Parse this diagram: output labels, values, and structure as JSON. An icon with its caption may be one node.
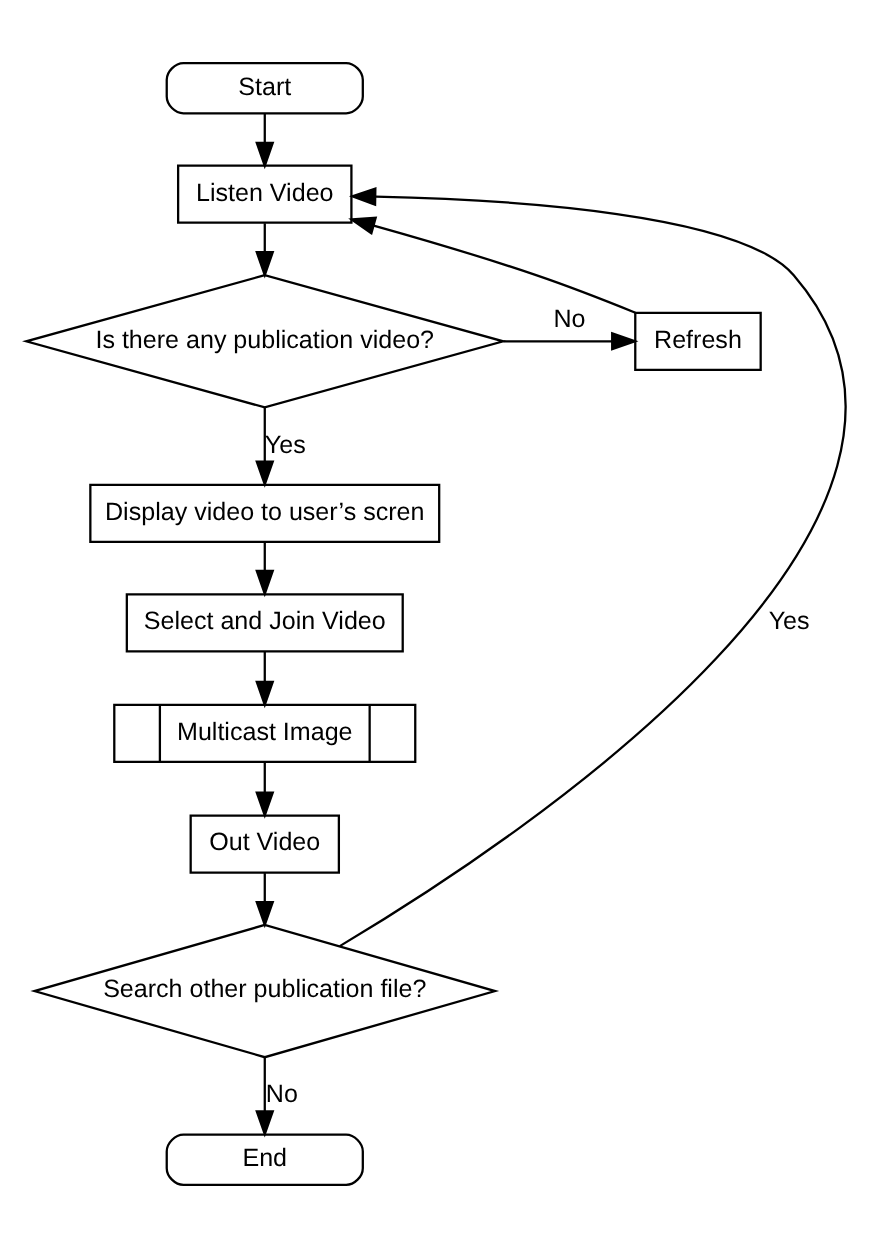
{
  "diagram": {
    "nodes": [
      {
        "text": [
          "Start"
        ]
      },
      {
        "text": [
          "Listen Video"
        ]
      },
      {
        "text": [
          "Is there any publication video?"
        ]
      },
      {
        "text": [
          "Refresh"
        ]
      },
      {
        "text": [
          "Display video to user’s scren"
        ]
      },
      {
        "text": [
          "Select and Join Video"
        ]
      },
      {
        "text": [
          "Multicast Image"
        ]
      },
      {
        "text": [
          "Out Video"
        ]
      },
      {
        "text": [
          "Search other publication file?"
        ]
      },
      {
        "text": [
          "End"
        ]
      }
    ],
    "edges": [
      {
        "from": 0,
        "to": 1,
        "arrow": "to"
      },
      {
        "from": 1,
        "to": 2,
        "arrow": "to"
      },
      {
        "from": 2,
        "to": 3,
        "arrow": "to",
        "label": "No"
      },
      {
        "from": 3,
        "to": 1,
        "arrow": "to"
      },
      {
        "from": 2,
        "to": 4,
        "arrow": "to",
        "label": "Yes"
      },
      {
        "from": 4,
        "to": 5,
        "arrow": "to"
      },
      {
        "from": 5,
        "to": 6,
        "arrow": "to"
      },
      {
        "from": 6,
        "to": 7,
        "arrow": "to"
      },
      {
        "from": 7,
        "to": 8,
        "arrow": "to"
      },
      {
        "from": 8,
        "to": 1,
        "arrow": "to",
        "label": "Yes"
      },
      {
        "from": 8,
        "to": 9,
        "arrow": "to",
        "label": "No"
      }
    ]
  }
}
